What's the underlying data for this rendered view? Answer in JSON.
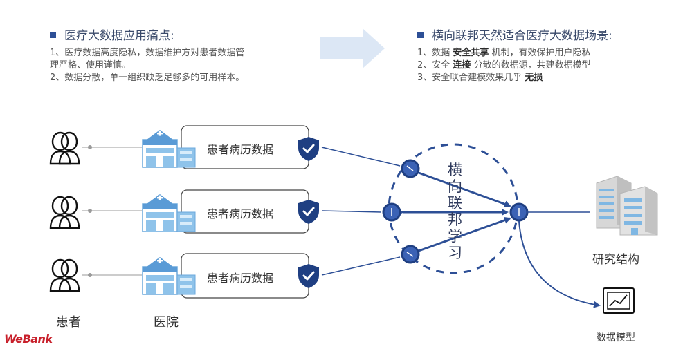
{
  "left_panel": {
    "title": "医疗大数据应用痛点:",
    "point1_line1": "1、医疗数据高度隐私，数据维护方对患者数据管",
    "point1_line2": "理严格、使用谨慎。",
    "point2": "2、数据分散，单一组织缺乏足够多的可用样本。"
  },
  "right_panel": {
    "title": "横向联邦天然适合医疗大数据场景:",
    "point1": {
      "pre": "1、数据 ",
      "bold": "安全共享",
      "post": " 机制，有效保护用户隐私"
    },
    "point2": {
      "pre": "2、安全 ",
      "bold": "连接",
      "post": " 分散的数据源，共建数据模型"
    },
    "point3": {
      "pre": "3、安全联合建模效果几乎 ",
      "bold": "无损",
      "post": ""
    }
  },
  "rows": [
    {
      "record_label": "患者病历数据"
    },
    {
      "record_label": "患者病历数据"
    },
    {
      "record_label": "患者病历数据"
    }
  ],
  "bottom_labels": {
    "patients": "患者",
    "hospitals": "医院",
    "research": "研究结构",
    "model": "数据模型"
  },
  "federated_label": [
    "横",
    "向",
    "联",
    "邦",
    "学",
    "习"
  ],
  "logo": "WeBank",
  "colors": {
    "navy": "#2d4f96",
    "node": "#3b62b5",
    "arrow_fill": "#dce7f5",
    "hospital": "#8fc3ea",
    "logo_red": "#c8202b"
  }
}
